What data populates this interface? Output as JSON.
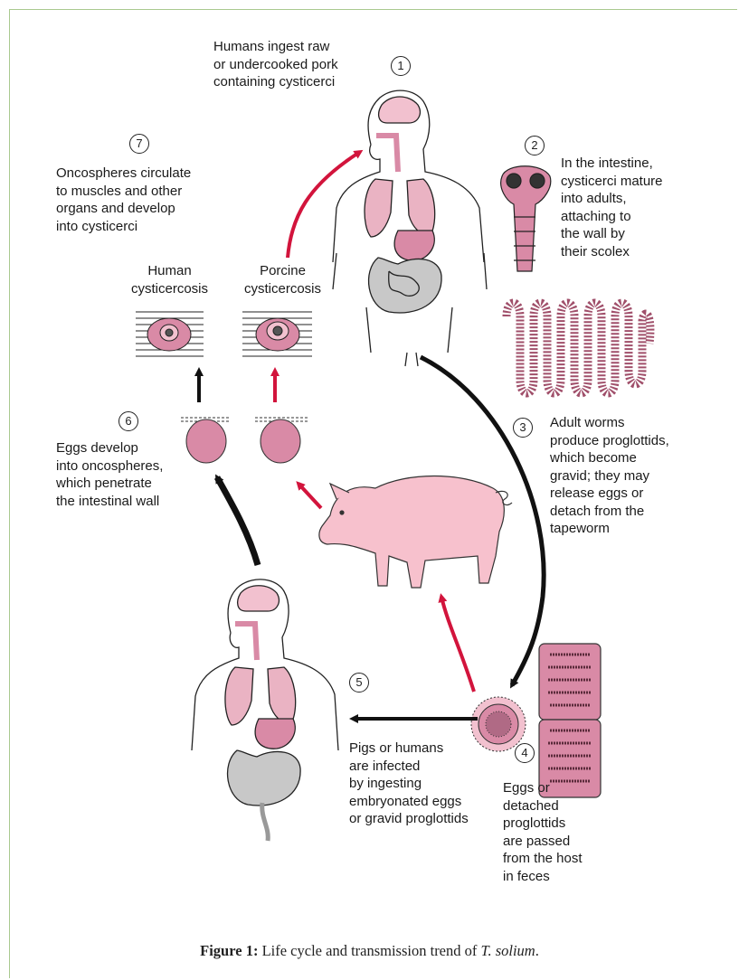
{
  "steps": {
    "s1": {
      "num": "1",
      "text": "Humans ingest raw\nor undercooked pork\ncontaining cysticerci"
    },
    "s2": {
      "num": "2",
      "text": "In the intestine,\ncysticerci mature\ninto adults,\nattaching to\nthe wall by\ntheir scolex"
    },
    "s3": {
      "num": "3",
      "text": "Adult worms\nproduce proglottids,\nwhich become\ngravid; they may\nrelease eggs or\ndetach from the\ntapeworm"
    },
    "s4": {
      "num": "4",
      "text": "Eggs or\ndetached\nproglottids\nare passed\nfrom the host\nin feces"
    },
    "s5": {
      "num": "5",
      "text": "Pigs or humans\nare infected\nby ingesting\nembryonated eggs\nor gravid proglottids"
    },
    "s6": {
      "num": "6",
      "text": "Eggs develop\ninto oncospheres,\nwhich penetrate\nthe intestinal wall"
    },
    "s7": {
      "num": "7",
      "text": "Oncospheres circulate\nto muscles and other\norgans and develop\ninto cysticerci"
    }
  },
  "labels": {
    "human_cysticercosis": "Human\ncysticercosis",
    "porcine_cysticercosis": "Porcine\ncysticercosis"
  },
  "caption": {
    "prefix": "Figure 1:",
    "text": " Life cycle and transmission trend of ",
    "species": "T. solium",
    "suffix": "."
  },
  "colors": {
    "pink": "#d98aa6",
    "pink_light": "#f2c1cf",
    "lung": "#eab3c3",
    "gut": "#c8c8c8",
    "red_arrow": "#d2143c",
    "black_arrow": "#111111",
    "pig": "#f7c1cd",
    "frame": "#a9c98f"
  }
}
